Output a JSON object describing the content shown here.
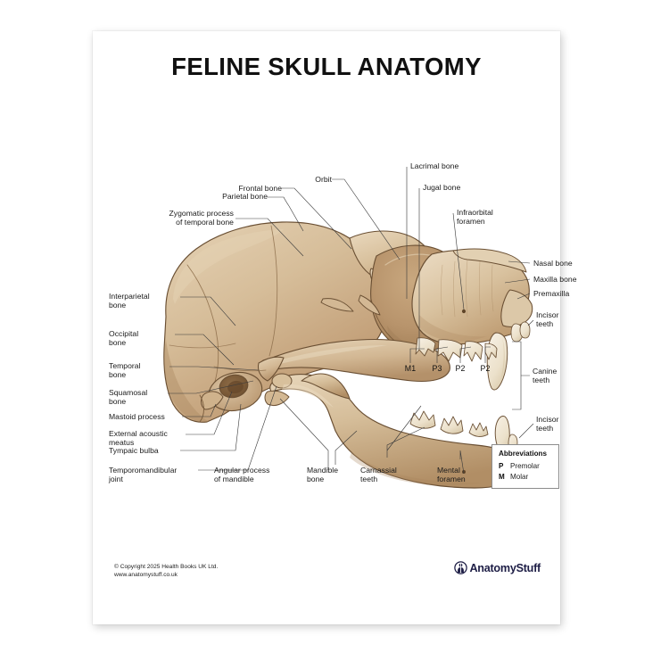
{
  "poster": {
    "title": "FELINE SKULL ANATOMY",
    "subject": "feline-skull-lateral-view"
  },
  "labels_left": [
    {
      "name": "parietal-bone",
      "text": "Parietal bone"
    },
    {
      "name": "zygomatic-process",
      "text": "Zygomatic process\nof temporal bone"
    },
    {
      "name": "interparietal-bone",
      "text": "Interparietal\nbone"
    },
    {
      "name": "occipital-bone",
      "text": "Occipital\nbone"
    },
    {
      "name": "temporal-bone",
      "text": "Temporal\nbone"
    },
    {
      "name": "squamosal-bone",
      "text": "Squamosal\nbone"
    },
    {
      "name": "mastoid-process",
      "text": "Mastoid process"
    },
    {
      "name": "external-acoustic-meatus",
      "text": "External acoustic\nmeatus"
    },
    {
      "name": "tympaic-bulba",
      "text": "Tympaic bulba"
    },
    {
      "name": "temporomandibular-joint",
      "text": "Temporomandibular\njoint"
    }
  ],
  "labels_top": [
    {
      "name": "frontal-bone",
      "text": "Frontal bone"
    },
    {
      "name": "orbit",
      "text": "Orbit"
    },
    {
      "name": "lacrimal-bone",
      "text": "Lacrimal bone"
    },
    {
      "name": "jugal-bone",
      "text": "Jugal bone"
    },
    {
      "name": "infraorbital-foramen",
      "text": "Infraorbital\nforamen"
    }
  ],
  "labels_right": [
    {
      "name": "nasal-bone",
      "text": "Nasal bone"
    },
    {
      "name": "maxilla-bone",
      "text": "Maxilla bone"
    },
    {
      "name": "premaxilla",
      "text": "Premaxilla"
    },
    {
      "name": "incisor-teeth-upper",
      "text": "Incisor\nteeth"
    },
    {
      "name": "canine-teeth",
      "text": "Canine\nteeth"
    },
    {
      "name": "incisor-teeth-lower",
      "text": "Incisor\nteeth"
    }
  ],
  "labels_bottom": [
    {
      "name": "angular-process-of-mandible",
      "text": "Angular process\nof mandible"
    },
    {
      "name": "mandible-bone",
      "text": "Mandible\nbone"
    },
    {
      "name": "carnassial-teeth",
      "text": "Carnassial\nteeth"
    },
    {
      "name": "mental-foramen",
      "text": "Mental\nforamen"
    }
  ],
  "tooth_labels": [
    {
      "name": "tooth-m1",
      "text": "M1"
    },
    {
      "name": "tooth-p3",
      "text": "P3"
    },
    {
      "name": "tooth-p2-a",
      "text": "P2"
    },
    {
      "name": "tooth-p2-b",
      "text": "P2"
    }
  ],
  "abbreviations": {
    "title": "Abbreviations",
    "rows": [
      {
        "key": "P",
        "value": "Premolar"
      },
      {
        "key": "M",
        "value": "Molar"
      }
    ]
  },
  "footer": {
    "copyright_line1": "© Copyright 2025 Health Books UK Ltd.",
    "copyright_line2": "www.anatomystuff.co.uk",
    "logo_text": "AnatomyStuff",
    "logo_icon": "anatomystuff-circle-icon"
  },
  "colors": {
    "bone_light": "#ddc6a6",
    "bone_mid": "#cfb28c",
    "bone_dark": "#b89469",
    "bone_shadow": "#9d7b52",
    "outline": "#6a4f33",
    "orbit_recess": "#b99570",
    "orbit_deep": "#a8815c",
    "tooth": "#efe6d4",
    "tooth_shade": "#ddd0b6",
    "leader": "#3b3b3b",
    "text": "#111111",
    "logo": "#1d1d45",
    "sheet": "#ffffff"
  }
}
